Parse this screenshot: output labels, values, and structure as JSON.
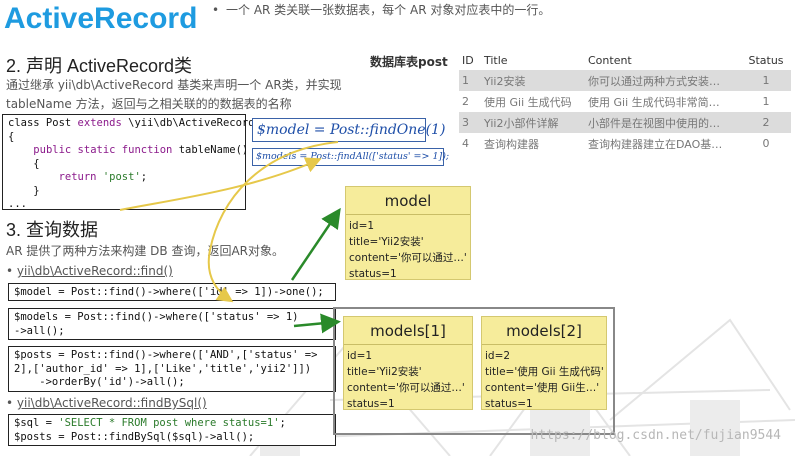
{
  "header": {
    "title": "ActiveRecord",
    "note_bullet": "•",
    "note": "一个 AR 类关联一张数据表，每个 AR 对象对应表中的一行。"
  },
  "section2": {
    "heading": "2. 声明 ActiveRecord类",
    "desc_line1": "通过继承 yii\\db\\ActiveRecord 基类来声明一个 AR类，并实现",
    "desc_line2": "tableName 方法，返回与之相关联的的数据表的名称",
    "code_l1_a": "class Post ",
    "code_l1_kw": "extends",
    "code_l1_b": " \\yii\\db\\ActiveRecord",
    "code_l2": "{",
    "code_l3_kw": "public static function",
    "code_l3_b": " tableName()",
    "code_l4": "{",
    "code_l5_kw": "return",
    "code_l5_str": "'post'",
    "code_l5_end": ";",
    "code_l6": "}",
    "code_l7": "...",
    "hand_findone": "$model = Post::findOne(1)",
    "hand_findall": "$models = Post::findAll(['status' => 1]);"
  },
  "db": {
    "label": "数据库表post",
    "columns": [
      "ID",
      "Title",
      "Content",
      "Status"
    ],
    "rows": [
      {
        "id": "1",
        "title": "Yii2安装",
        "content": "你可以通过两种方式安装…",
        "status": "1"
      },
      {
        "id": "2",
        "title": "使用 Gii 生成代码",
        "content": "使用 Gii 生成代码非常简…",
        "status": "1"
      },
      {
        "id": "3",
        "title": "Yii2小部件详解",
        "content": "小部件是在视图中使用的…",
        "status": "2"
      },
      {
        "id": "4",
        "title": "查询构建器",
        "content": "查询构建器建立在DAO基…",
        "status": "0"
      }
    ]
  },
  "section3": {
    "heading": "3. 查询数据",
    "desc": "AR 提供了两种方法来构建 DB 查询，返回AR对象。",
    "bullet1": "yii\\db\\ActiveRecord::find()",
    "code_find1": "$model = Post::find()->where(['id' => 1])->one();",
    "code_find2_l1": "$models = Post::find()->where(['status' => 1)",
    "code_find2_l2": "->all();",
    "code_find3_l1": "$posts = Post::find()->where(['AND',['status' =>",
    "code_find3_l2": "2],['author_id' => 1],['Like','title','yii2']])",
    "code_find3_l3": "    ->orderBy('id')->all();",
    "bullet2": "yii\\db\\ActiveRecord::findBySql()",
    "code_sql_l1a": "$sql = ",
    "code_sql_l1str": "'SELECT * FROM post where status=1'",
    "code_sql_l1end": ";",
    "code_sql_l2": "$posts = Post::findBySql($sql)->all();"
  },
  "cards": {
    "model": {
      "title": "model",
      "lines": [
        "id=1",
        "title='Yii2安装'",
        "content='你可以通过…'",
        "status=1"
      ]
    },
    "models1": {
      "title": "models[1]",
      "lines": [
        "id=1",
        "title='Yii2安装'",
        "content='你可以通过…'",
        "status=1"
      ]
    },
    "models2": {
      "title": "models[2]",
      "lines": [
        "id=2",
        "title='使用 Gii 生成代码'",
        "content='使用 Gii生…'",
        "status=1"
      ]
    }
  },
  "watermark": "https://blog.csdn.net/fujian9544",
  "colors": {
    "title": "#1e9be0",
    "card": "#f6ec9b",
    "arrow_yellow": "#e6c84a",
    "arrow_green": "#2a8a2a",
    "table_stripe": "#dcdcdc"
  }
}
